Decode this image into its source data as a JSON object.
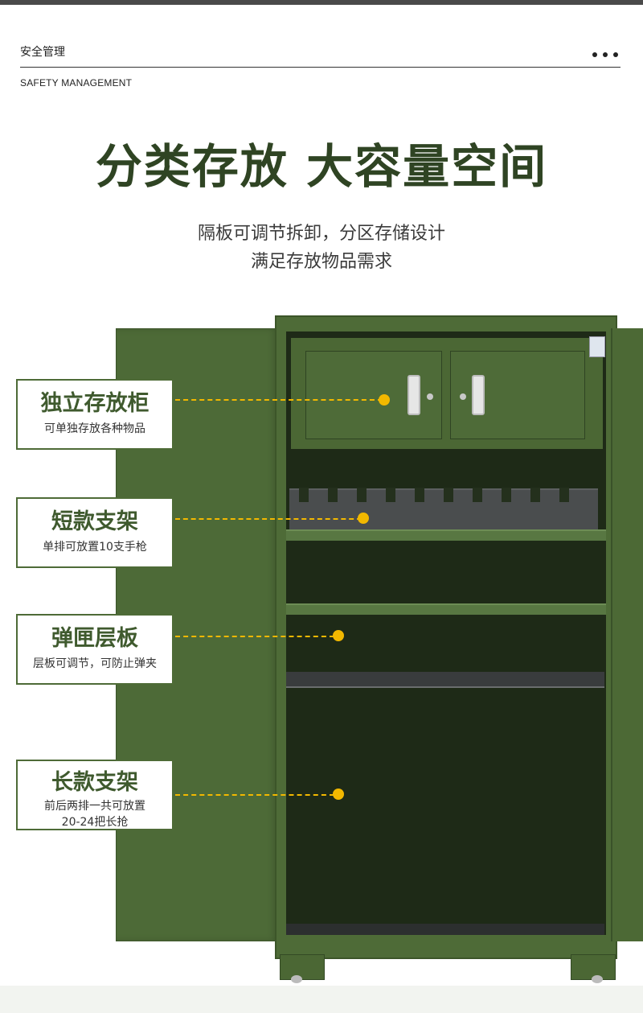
{
  "header": {
    "section_cn": "安全管理",
    "section_en": "SAFETY MANAGEMENT"
  },
  "title": "分类存放 大容量空间",
  "subtitle": {
    "line1": "隔板可调节拆卸，分区存储设计",
    "line2": "满足存放物品需求"
  },
  "callouts": [
    {
      "title": "独立存放柜",
      "desc": [
        "可单独存放各种物品"
      ]
    },
    {
      "title": "短款支架",
      "desc": [
        "单排可放置10支手枪"
      ]
    },
    {
      "title": "弹匣层板",
      "desc": [
        "层板可调节，可防止弹夹"
      ]
    },
    {
      "title": "长款支架",
      "desc": [
        "前后两排一共可放置",
        "20-24把长抢"
      ]
    }
  ],
  "colors": {
    "brand_green": "#2f4423",
    "cabinet_green": "#4e6b37",
    "accent_yellow": "#f2b800"
  }
}
